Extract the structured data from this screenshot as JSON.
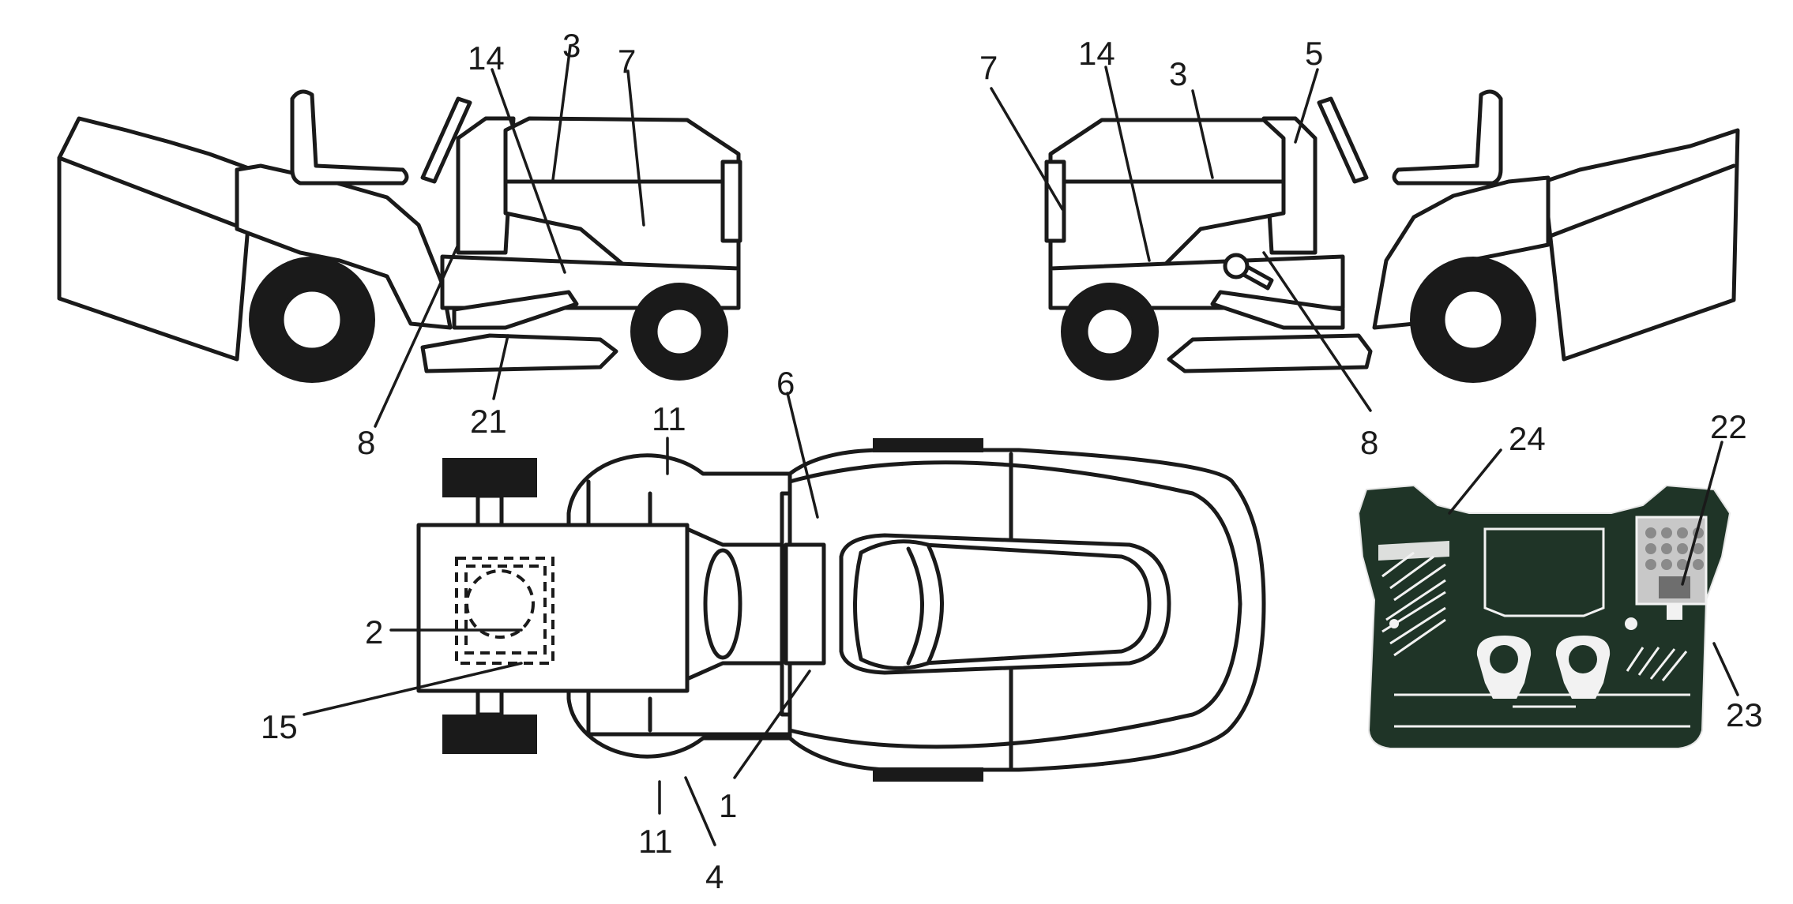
{
  "callouts": {
    "l14": "14",
    "l3": "3",
    "l7": "7",
    "l8": "8",
    "l21": "21",
    "r7": "7",
    "r14": "14",
    "r3": "3",
    "r5": "5",
    "r8": "8",
    "t11a": "11",
    "t6": "6",
    "t2": "2",
    "t15": "15",
    "t1": "1",
    "t11b": "11",
    "t4": "4",
    "p24": "24",
    "p22": "22",
    "p23": "23"
  },
  "colors": {
    "line": "#1a1a1a",
    "panel": "#1f3427",
    "panel_marks": "#f2f2f2"
  }
}
